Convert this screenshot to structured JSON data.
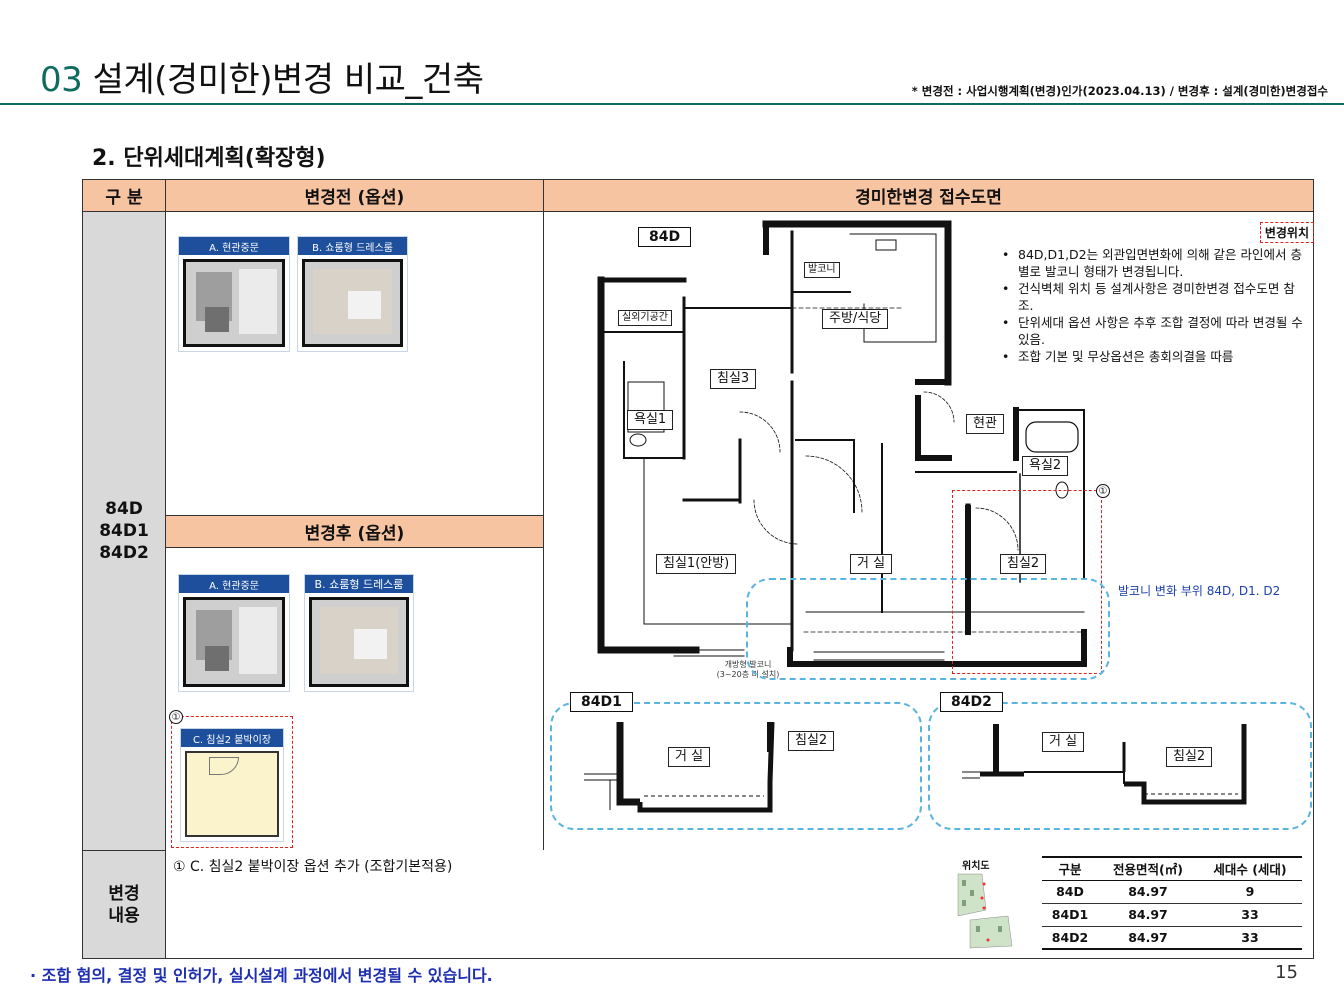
{
  "header": {
    "title_number": "03",
    "title_text": " 설계(경미한)변경 비교_건축",
    "note": "* 변경전 : 사업시행계획(변경)인가(2023.04.13) / 변경후 : 설계(경미한)변경접수"
  },
  "section_title": "2. 단위세대계획(확장형)",
  "table": {
    "col_category": "구  분",
    "col_before": "변경전 (옵션)",
    "col_after_plan": "경미한변경 접수도면",
    "row_types": [
      "84D",
      "84D1",
      "84D2"
    ],
    "after_header": "변경후 (옵션)",
    "change_label_line1": "변경",
    "change_label_line2": "내용"
  },
  "before_options": [
    {
      "label": "A. 현관중문"
    },
    {
      "label": "B. 쇼룸형 드레스룸"
    }
  ],
  "after_options": [
    {
      "label": "A. 현관중문"
    },
    {
      "label": "B. 쇼룸형 드레스룸"
    },
    {
      "label": "C. 침실2 붙박이장",
      "marker": "①"
    }
  ],
  "plan": {
    "type_main": "84D",
    "type_d1": "84D1",
    "type_d2": "84D2",
    "rooms": {
      "balcony": "발코니",
      "outdoor_unit": "실외기공간",
      "kitchen": "주방/식당",
      "bedroom3": "침실3",
      "bath1": "욕실1",
      "entrance": "현관",
      "bath2": "욕실2",
      "master_bedroom": "침실1(안방)",
      "living": "거  실",
      "bedroom2": "침실2"
    },
    "open_balcony_line1": "개방형 발코니",
    "open_balcony_line2": "(3~20층 미 설치)",
    "d1_living": "거  실",
    "d1_bedroom2": "침실2",
    "d2_living": "거  실",
    "d2_bedroom2": "침실2",
    "marker": "①",
    "change_location_tag": "변경위치",
    "balcony_change_note": "발코니 변화 부위 84D, D1. D2",
    "notes": [
      "84D,D1,D2는 외관입면변화에 의해 같은 라인에서 층별로 발코니 형태가 변경됩니다.",
      "건식벽체 위치 등 설계사항은 경미한변경 접수도면 참조.",
      "단위세대 옵션 사항은 추후 조합 결정에 따라 변경될 수 있음.",
      "조합 기본 및 무상옵션은 총회의결을 따름"
    ]
  },
  "change_content": "① C. 침실2 붙박이장 옵션 추가 (조합기본적용)",
  "location_map_title": "위치도",
  "area_table": {
    "headers": [
      "구분",
      "전용면적(㎡)",
      "세대수 (세대)"
    ],
    "rows": [
      [
        "84D",
        "84.97",
        "9"
      ],
      [
        "84D1",
        "84.97",
        "33"
      ],
      [
        "84D2",
        "84.97",
        "33"
      ]
    ]
  },
  "footer_note": "· 조합 협의, 결정 및 인허가, 실시설계 과정에서 변경될 수 있습니다.",
  "page_number": "15",
  "colors": {
    "accent": "#0f6b5e",
    "header_cell": "#f7c4a2",
    "side_cell": "#d9d9d9",
    "option_header": "#1d4f9c",
    "dash_red": "#dd2222",
    "dash_blue": "#5ab4e2",
    "footer_text": "#1d2fb0"
  }
}
